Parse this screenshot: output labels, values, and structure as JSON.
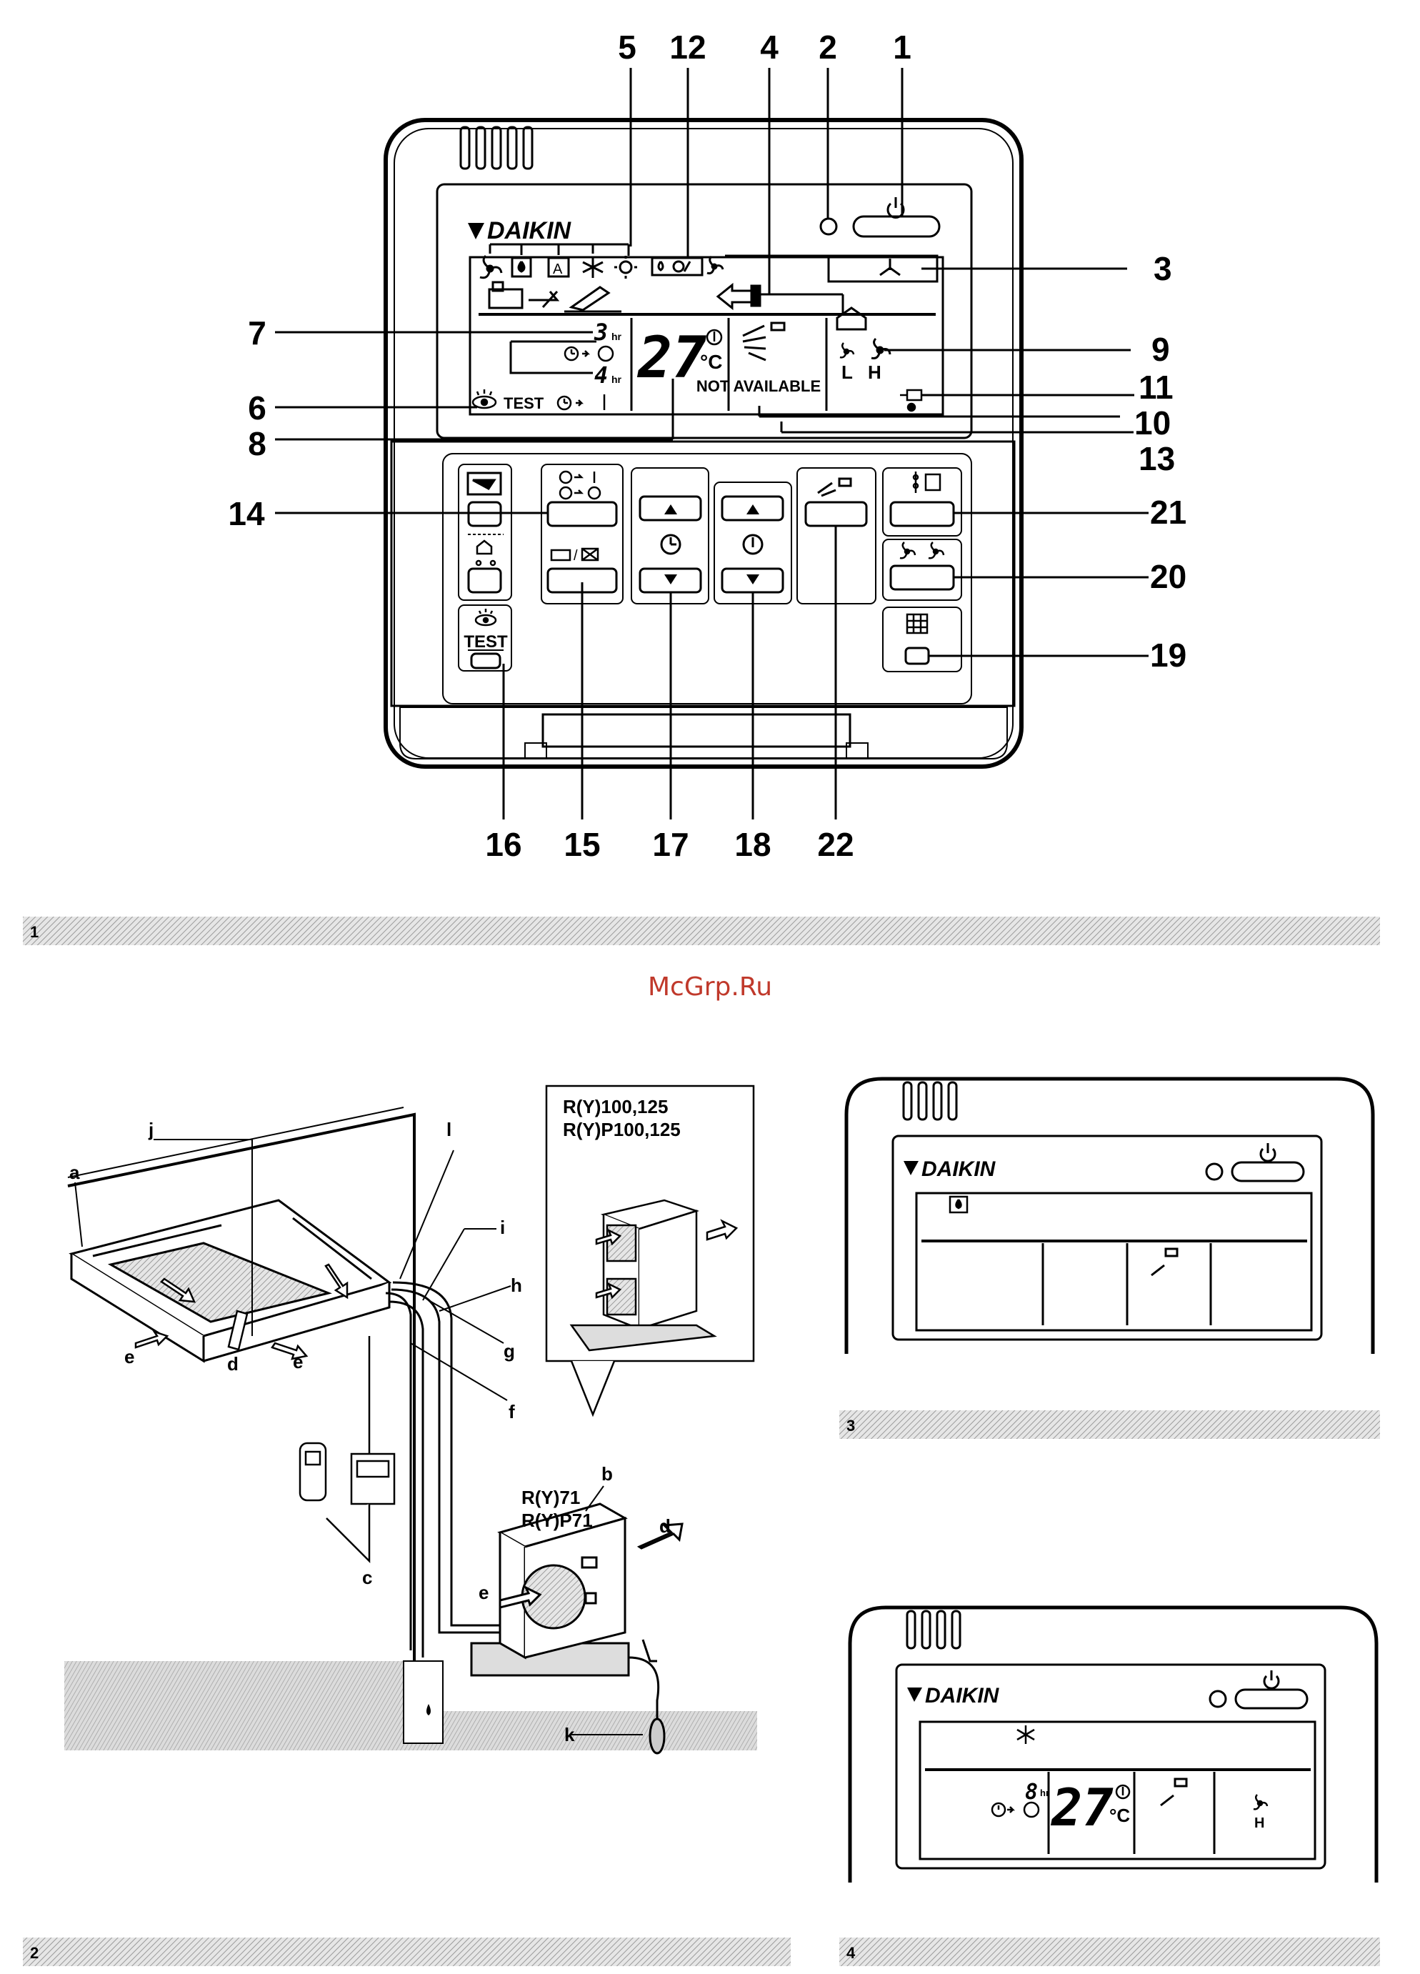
{
  "brand": "DAIKIN",
  "watermark": "McGrp.Ru",
  "figures": [
    {
      "id": "1"
    },
    {
      "id": "2"
    },
    {
      "id": "3"
    },
    {
      "id": "4"
    }
  ],
  "fig1": {
    "callouts_top": [
      "5",
      "12",
      "4",
      "2",
      "1"
    ],
    "callouts_right": [
      "3",
      "9",
      "11",
      "10",
      "13",
      "21",
      "20",
      "19"
    ],
    "callouts_left": [
      "7",
      "6",
      "8",
      "14"
    ],
    "callouts_bottom": [
      "16",
      "15",
      "17",
      "18",
      "22"
    ],
    "display": {
      "timer_hr_1": "3",
      "timer_hr_2": "4",
      "hr_unit": "hr",
      "temperature": "27",
      "celsius": "°C",
      "test_label": "TEST",
      "not_available": "NOT AVAILABLE",
      "fan_low": "L",
      "fan_high": "H"
    },
    "buttons": {
      "test_label": "TEST"
    }
  },
  "fig2": {
    "letters": [
      "a",
      "j",
      "l",
      "i",
      "h",
      "g",
      "f",
      "e",
      "d",
      "e",
      "c",
      "b",
      "d",
      "e",
      "k"
    ],
    "model_large_line1": "R(Y)100,125",
    "model_large_line2": "R(Y)P100,125",
    "model_small_line1": "R(Y)71",
    "model_small_line2": "R(Y)P71"
  },
  "fig4": {
    "timer_hr": "8",
    "hr_unit": "hr",
    "temperature": "27",
    "celsius": "°C",
    "fan_speed": "H"
  }
}
